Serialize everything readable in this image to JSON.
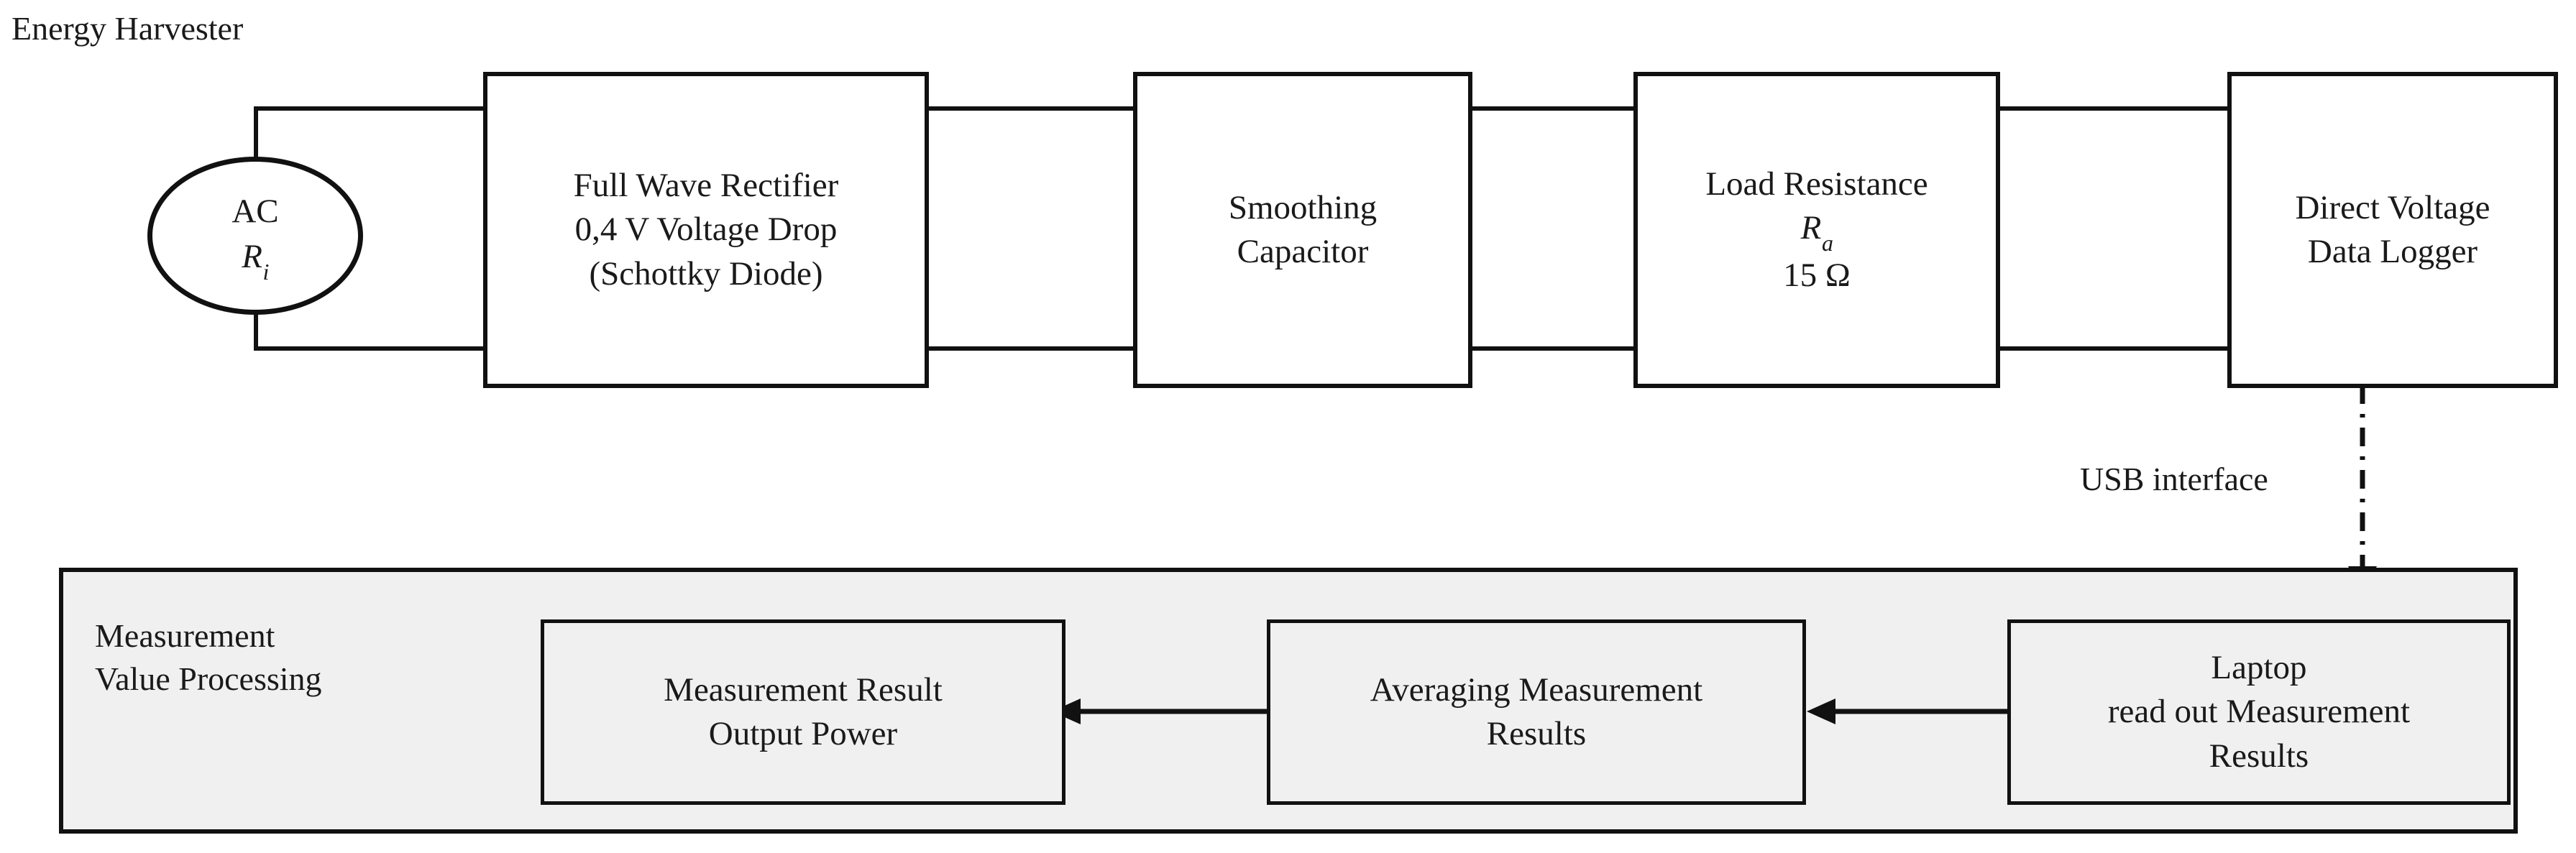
{
  "diagram": {
    "section_title": "Energy Harvester",
    "colors": {
      "stroke": "#111111",
      "panel_fill": "#f0f0f0",
      "block_fill": "#ffffff",
      "text": "#1a1a1a"
    },
    "source": {
      "line1": "AC",
      "line2_symbol": "R",
      "line2_subscript": "i"
    },
    "blocks": [
      {
        "id": "rectifier",
        "text": "Full Wave Rectifier\n0,4 V Voltage Drop\n(Schottky Diode)"
      },
      {
        "id": "capacitor",
        "text": "Smoothing\nCapacitor"
      },
      {
        "id": "load-resistance",
        "line1": "Load Resistance",
        "symbol": "R",
        "subscript": "a",
        "line3": "15 Ω"
      },
      {
        "id": "data-logger",
        "text": "Direct Voltage\nData Logger"
      }
    ],
    "usb_link": {
      "label": "USB interface",
      "style": "dash-dot",
      "direction": "down"
    },
    "processing_panel": {
      "label": "Measurement\nValue Processing",
      "blocks": [
        {
          "id": "measurement-result",
          "text": "Measurement Result\nOutput Power"
        },
        {
          "id": "averaging",
          "text": "Averaging Measurement\nResults"
        },
        {
          "id": "laptop",
          "text": "Laptop\nread out Measurement\nResults"
        }
      ],
      "flow_direction": "right-to-left"
    }
  }
}
